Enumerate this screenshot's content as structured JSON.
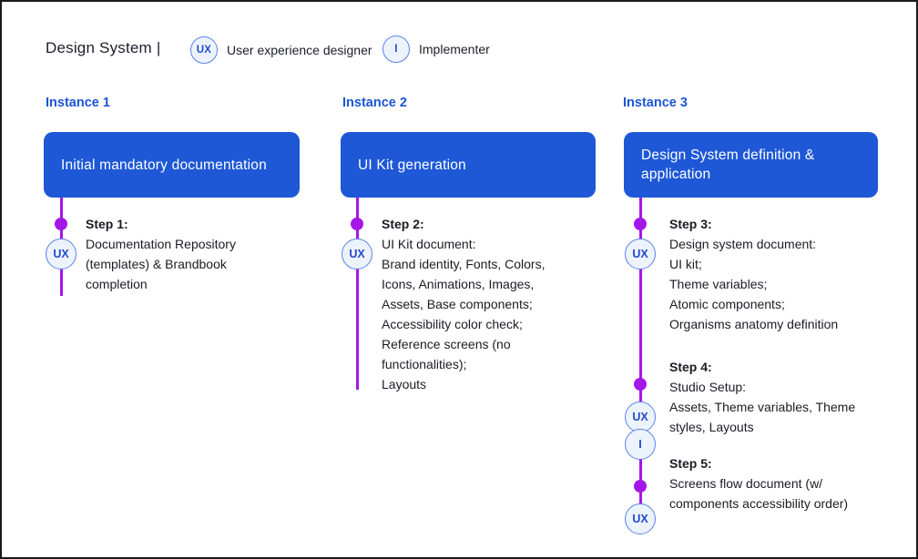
{
  "header": {
    "title": "Design System |",
    "legend": [
      {
        "badge": "UX",
        "label": "User experience designer"
      },
      {
        "badge": "I",
        "label": "Implementer"
      }
    ]
  },
  "colors": {
    "box_blue": "#1e58d6",
    "instance_label_blue": "#1c55d6",
    "timeline_purple": "#a516e8",
    "badge_fill": "#edf3fd",
    "badge_border": "#5b82e8",
    "badge_text_blue": "#2149cc",
    "body_text": "#1b1b24",
    "box_text": "#ffffff"
  },
  "instances": [
    {
      "label": "Instance 1",
      "box_title": "Initial mandatory documentation",
      "steps": [
        {
          "heading": "Step 1:",
          "lines": "Documentation Repository\n(templates) & Brandbook\ncompletion",
          "badges": [
            "UX"
          ]
        }
      ]
    },
    {
      "label": "Instance 2",
      "box_title": "UI Kit generation",
      "steps": [
        {
          "heading": "Step 2:",
          "lines": "UI Kit document:\nBrand identity, Fonts, Colors,\nIcons, Animations, Images,\nAssets, Base components;\nAccessibility color check;\nReference screens (no\nfunctionalities);\nLayouts",
          "badges": [
            "UX"
          ]
        }
      ]
    },
    {
      "label": "Instance 3",
      "box_title": "Design System definition &\napplication",
      "steps": [
        {
          "heading": "Step 3:",
          "lines": "Design system document:\nUI kit;\nTheme variables;\nAtomic components;\nOrganisms anatomy definition",
          "badges": [
            "UX"
          ]
        },
        {
          "heading": "Step 4:",
          "lines": "Studio Setup:\nAssets, Theme variables, Theme\nstyles, Layouts",
          "badges": [
            "UX",
            "I"
          ]
        },
        {
          "heading": "Step 5:",
          "lines": "Screens flow document (w/\ncomponents accessibility order)",
          "badges": [
            "UX"
          ]
        }
      ]
    }
  ]
}
